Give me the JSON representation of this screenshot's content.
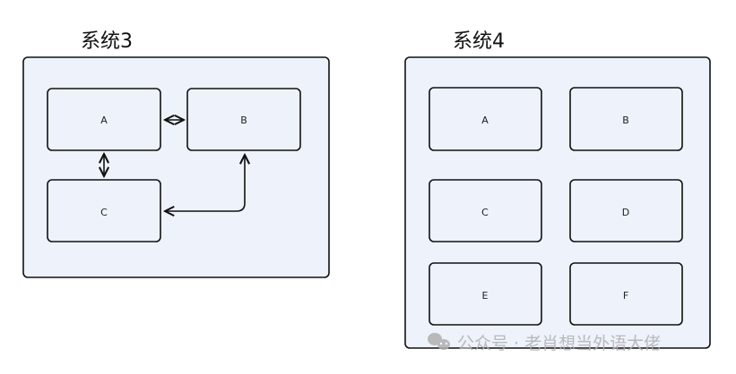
{
  "colors": {
    "container_fill": "#eef2fb",
    "stroke": "#111111",
    "watermark": "#b0b0b0"
  },
  "system3": {
    "title": "系统3",
    "nodes": [
      {
        "id": "A",
        "label": "A"
      },
      {
        "id": "B",
        "label": "B"
      },
      {
        "id": "C",
        "label": "C"
      }
    ],
    "edges": [
      {
        "from": "A",
        "to": "B",
        "type": "bidirectional"
      },
      {
        "from": "A",
        "to": "C",
        "type": "bidirectional"
      },
      {
        "from": "C",
        "to": "B",
        "type": "bidirectional",
        "routing": "elbow"
      }
    ]
  },
  "system4": {
    "title": "系统4",
    "nodes": [
      {
        "id": "A",
        "label": "A"
      },
      {
        "id": "B",
        "label": "B"
      },
      {
        "id": "C",
        "label": "C"
      },
      {
        "id": "D",
        "label": "D"
      },
      {
        "id": "E",
        "label": "E"
      },
      {
        "id": "F",
        "label": "F"
      }
    ]
  },
  "watermark": {
    "icon": "wechat-icon",
    "text": "公众号 · 老肖想当外语大佬"
  }
}
